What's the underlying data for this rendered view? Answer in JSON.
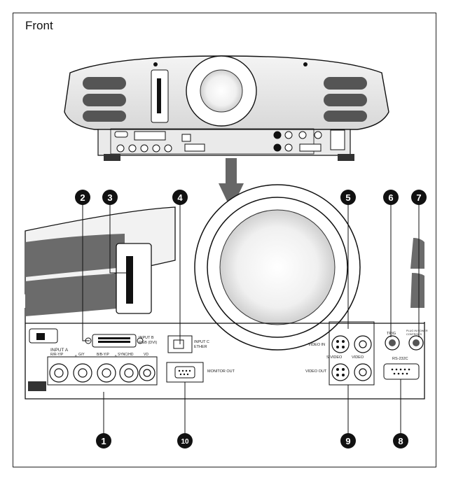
{
  "heading": "Front",
  "connector_labels": {
    "input_a": "INPUT A",
    "input_a_ch1": "R/R-Y/P",
    "input_a_ch1_sub": "R",
    "input_a_ch2": "G/Y",
    "input_a_ch3": "B/B-Y/P",
    "input_a_ch3_sub": "B",
    "input_a_ch4": "SYNC/HD",
    "input_a_ch5": "VD",
    "input_b_line1": "INPUT B",
    "input_b_line2": "RGB (DVI)",
    "input_c_line1": "INPUT C",
    "input_c_line2": "ETHER",
    "monitor_out": "MONITOR OUT",
    "video_in": "VIDEO IN",
    "s_video": "S VIDEO",
    "video": "VIDEO",
    "video_out": "VIDEO OUT",
    "trig": "TRIG",
    "plug_in_power_line1": "PLUG IN POWER",
    "plug_in_power_line2": "CONTROL S",
    "rs232c": "RS-232C"
  },
  "callouts": [
    "1",
    "2",
    "3",
    "4",
    "5",
    "6",
    "7",
    "8",
    "9",
    "10"
  ]
}
